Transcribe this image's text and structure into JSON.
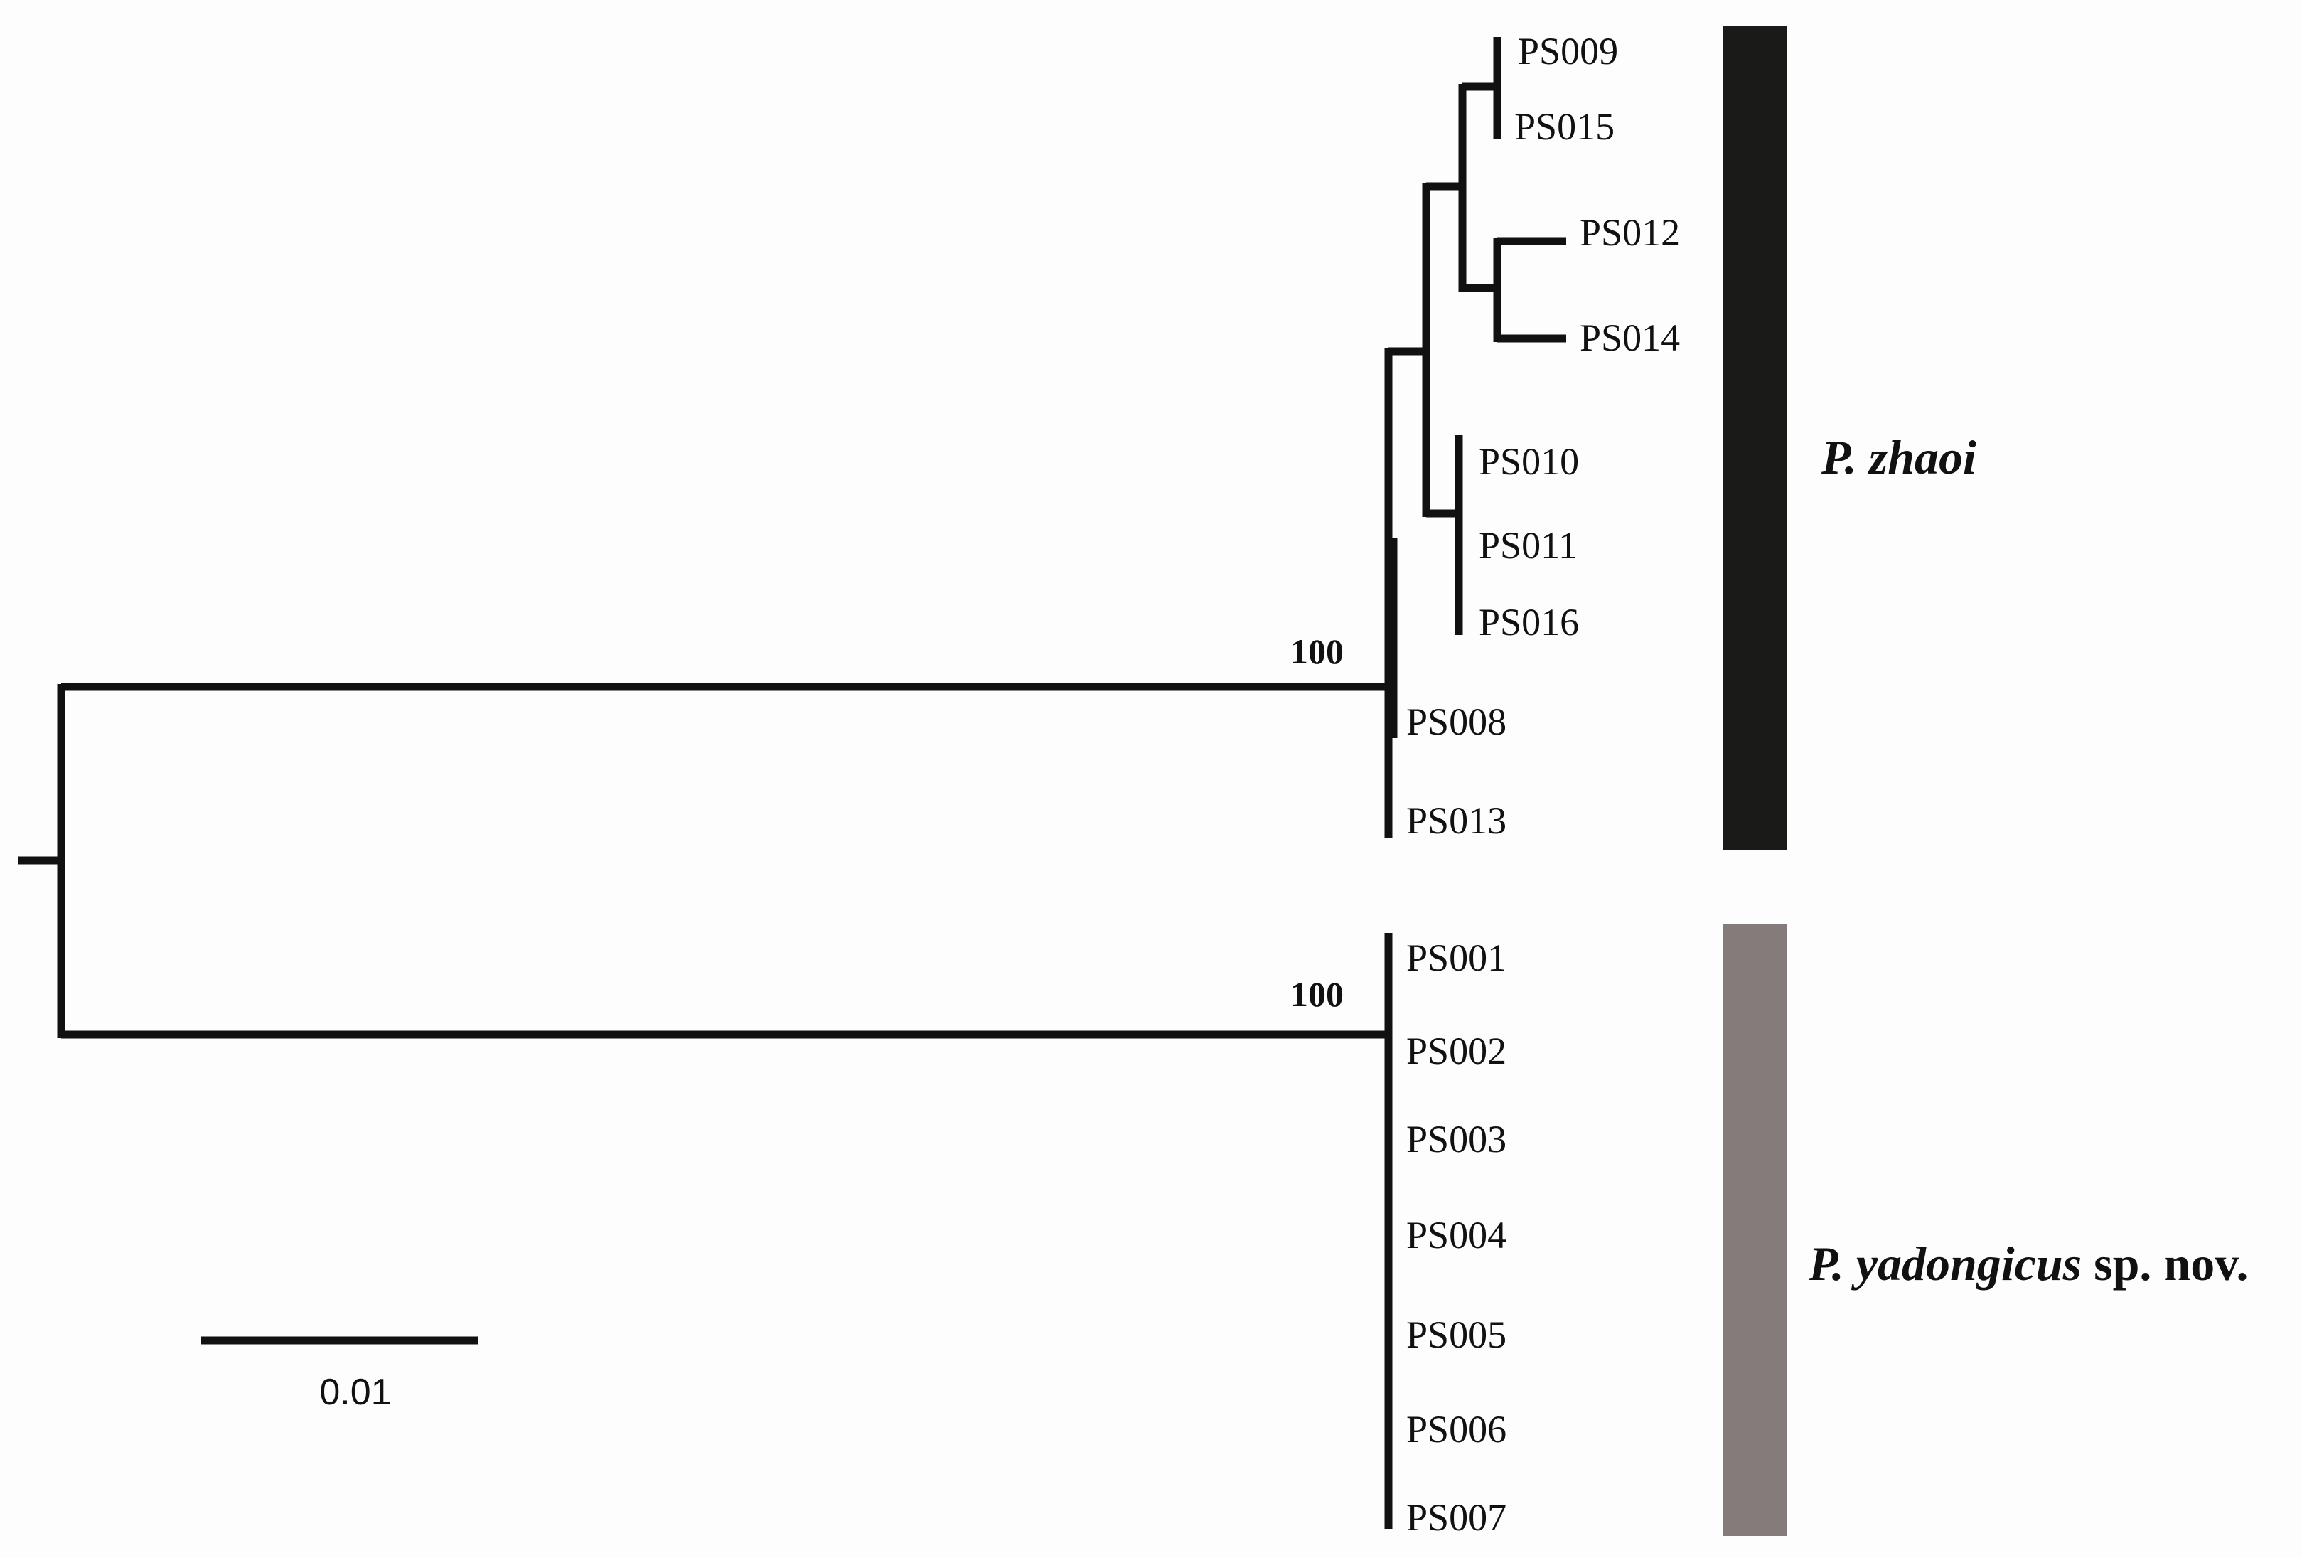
{
  "tree": {
    "tips": {
      "ps009": "PS009",
      "ps015": "PS015",
      "ps012": "PS012",
      "ps014": "PS014",
      "ps010": "PS010",
      "ps011": "PS011",
      "ps016": "PS016",
      "ps008": "PS008",
      "ps013": "PS013",
      "ps001": "PS001",
      "ps002": "PS002",
      "ps003": "PS003",
      "ps004": "PS004",
      "ps005": "PS005",
      "ps006": "PS006",
      "ps007": "PS007"
    },
    "support": {
      "zhaoi": "100",
      "yadongicus": "100"
    },
    "scale_bar": {
      "label": "0.01",
      "value": 0.01
    }
  },
  "clades": {
    "zhaoi": {
      "name": "P. zhaoi",
      "color": "#1a1a18"
    },
    "yadongicus": {
      "name_italic": "P. yadongicus",
      "name_suffix": " sp. nov.",
      "color": "#857b7a"
    }
  },
  "colors": {
    "background": "#fdfdfd",
    "branch": "#111111"
  }
}
